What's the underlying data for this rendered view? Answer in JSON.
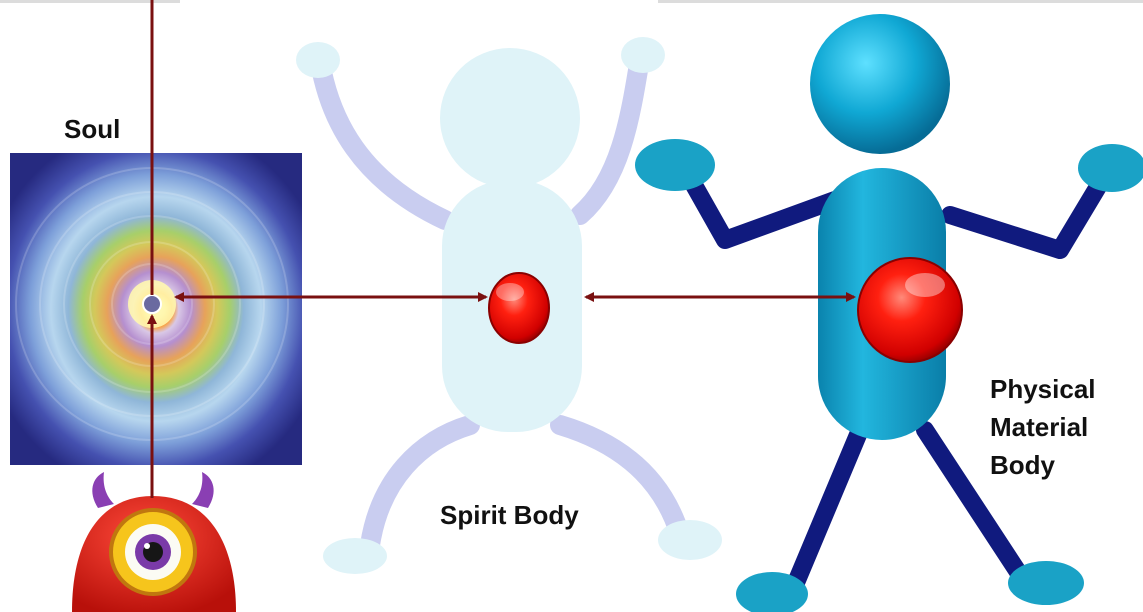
{
  "labels": {
    "soul": "Soul",
    "spirit_body": "Spirit Body",
    "physical_body": "Physical\nMaterial\nBody"
  },
  "colors": {
    "arrow": "#7a1010",
    "spirit_figure": "#dff3f8",
    "spirit_limbs": "#c9cdf0",
    "physical_body": "#1aa2c6",
    "physical_limbs": "#101a7e",
    "core_red": "#ff1a10",
    "soul_background": "#2b2f8f"
  },
  "icons": {
    "soul_image": "radiant-soul-mandala",
    "monster": "one-eyed-red-monster",
    "spirit_core": "red-orb",
    "physical_core": "red-orb"
  }
}
